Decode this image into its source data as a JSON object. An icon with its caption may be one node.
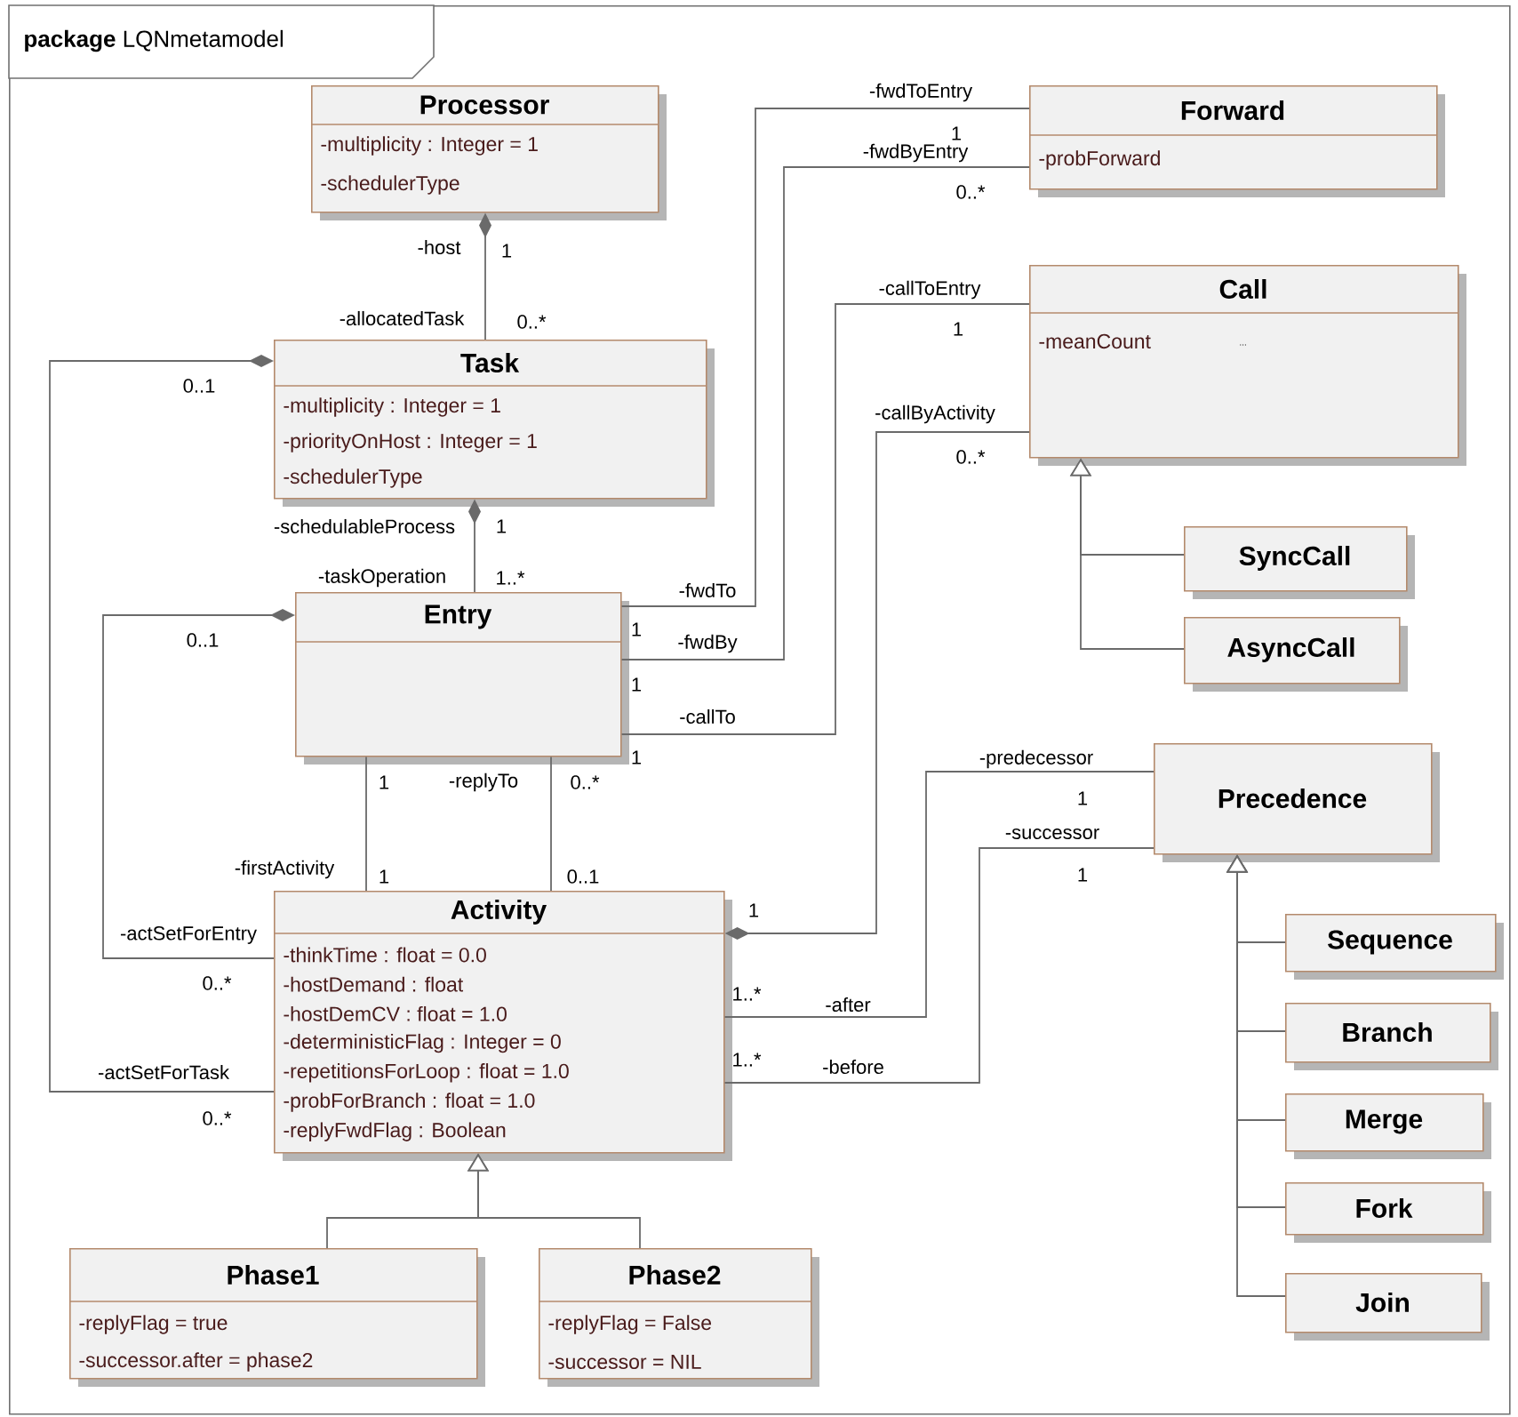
{
  "diagram": {
    "nodes": [
      {
        "text": [
          "package",
          "LQNmetamodel"
        ]
      },
      {
        "text": [
          "Processor",
          "-multiplicity : Integer = 1",
          "-schedulerType"
        ],
        "in": 0
      },
      {
        "text": [
          "Forward",
          "-probForward"
        ],
        "in": 0
      },
      {
        "text": [
          "Task",
          "-multiplicity : Integer = 1",
          "-priorityOnHost : Integer = 1",
          "-schedulerType"
        ],
        "in": 0
      },
      {
        "text": [
          "Call",
          "-meanCount",
          "..."
        ],
        "in": 0
      },
      {
        "text": [
          "SyncCall"
        ],
        "in": 0
      },
      {
        "text": [
          "AsyncCall"
        ],
        "in": 0
      },
      {
        "text": [
          "Entry"
        ],
        "in": 0
      },
      {
        "text": [
          "Precedence"
        ],
        "in": 0
      },
      {
        "text": [
          "Activity",
          "-thinkTime : float = 0.0",
          "-hostDemand : float",
          "-hostDemCV : float = 1.0",
          "-deterministicFlag : Integer = 0",
          "-repetitionsForLoop : float = 1.0",
          "-probForBranch : float = 1.0",
          "-replyFwdFlag : Boolean"
        ],
        "in": 0
      },
      {
        "text": [
          "Sequence"
        ],
        "in": 0
      },
      {
        "text": [
          "Branch"
        ],
        "in": 0
      },
      {
        "text": [
          "Merge"
        ],
        "in": 0
      },
      {
        "text": [
          "Fork"
        ],
        "in": 0
      },
      {
        "text": [
          "Join"
        ],
        "in": 0
      },
      {
        "text": [
          "Phase1",
          "-replyFlag = true",
          "-successor.after = phase2"
        ],
        "in": 0
      },
      {
        "text": [
          "Phase2",
          "-replyFlag = False",
          "-successor = NIL"
        ],
        "in": 0
      }
    ],
    "edges": [
      {
        "from": 3,
        "to": 1,
        "arrow": "other"
      },
      {
        "from": 7,
        "to": 3,
        "arrow": "other"
      },
      {
        "from": 9,
        "to": 3,
        "arrow": "other"
      },
      {
        "from": 9,
        "to": 7,
        "arrow": "other"
      },
      {
        "from": 7,
        "to": 2,
        "arrow": "none"
      },
      {
        "from": 7,
        "to": 2,
        "arrow": "none"
      },
      {
        "from": 7,
        "to": 4,
        "arrow": "none"
      },
      {
        "from": 4,
        "to": 9,
        "arrow": "other"
      },
      {
        "from": 7,
        "to": 9,
        "arrow": "none"
      },
      {
        "from": 7,
        "to": 9,
        "arrow": "none"
      },
      {
        "from": 9,
        "to": 8,
        "arrow": "none"
      },
      {
        "from": 9,
        "to": 8,
        "arrow": "none"
      },
      {
        "from": 5,
        "to": 4,
        "arrow": "to"
      },
      {
        "from": 6,
        "to": 4,
        "arrow": "to"
      },
      {
        "from": 10,
        "to": 8,
        "arrow": "to"
      },
      {
        "from": 11,
        "to": 8,
        "arrow": "to"
      },
      {
        "from": 12,
        "to": 8,
        "arrow": "to"
      },
      {
        "from": 13,
        "to": 8,
        "arrow": "to"
      },
      {
        "from": 14,
        "to": 8,
        "arrow": "to"
      },
      {
        "from": 15,
        "to": 9,
        "arrow": "to"
      },
      {
        "from": 16,
        "to": 9,
        "arrow": "to"
      }
    ],
    "labels": [
      "-host",
      "1",
      "-allocatedTask",
      "0..*",
      "-fwdToEntry",
      "1",
      "-fwdByEntry",
      "0..*",
      "-callToEntry",
      "1",
      "0..1",
      "-callByActivity",
      "0..*",
      "-schedulableProcess",
      "1",
      "-taskOperation",
      "1..*",
      "-fwdTo",
      "1",
      "0..1",
      "-fwdBy",
      "1",
      "-callTo",
      "1",
      "-predecessor",
      "1",
      "-replyTo",
      "0..*",
      "1",
      "-successor",
      "-firstActivity",
      "1",
      "0..1",
      "1",
      "1",
      "-actSetForEntry",
      "0..*",
      "1..*",
      "-after",
      "-actSetForTask",
      "1..*",
      "-before",
      "0..*"
    ]
  }
}
